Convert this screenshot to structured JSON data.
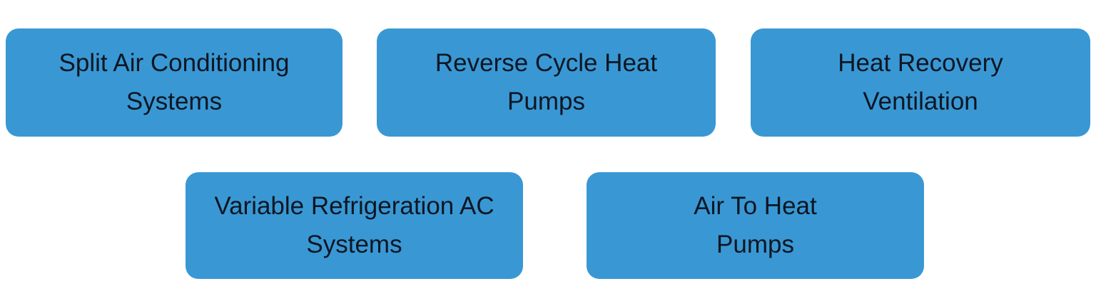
{
  "diagram": {
    "colors": {
      "page_bg": "#ffffff",
      "box_fill": "#3998d3",
      "text_color": "#0e1624"
    },
    "rows": [
      {
        "boxes": [
          {
            "name": "split-air-conditioning-systems",
            "label": "Split Air Conditioning Systems",
            "lines": [
              "Split Air Conditioning",
              "Systems"
            ]
          },
          {
            "name": "reverse-cycle-heat-pumps",
            "label": "Reverse Cycle Heat Pumps",
            "lines": [
              "Reverse Cycle Heat",
              "Pumps"
            ]
          },
          {
            "name": "heat-recovery-ventilation",
            "label": "Heat Recovery Ventilation",
            "lines": [
              "Heat Recovery",
              "Ventilation"
            ]
          }
        ]
      },
      {
        "boxes": [
          {
            "name": "variable-refrigeration-ac-systems",
            "label": "Variable Refrigeration AC Systems",
            "lines": [
              "Variable Refrigeration AC",
              "Systems"
            ]
          },
          {
            "name": "air-to-heat-pumps",
            "label": "Air To Heat Pumps",
            "lines": [
              "Air To Heat",
              "Pumps"
            ]
          }
        ]
      }
    ]
  }
}
